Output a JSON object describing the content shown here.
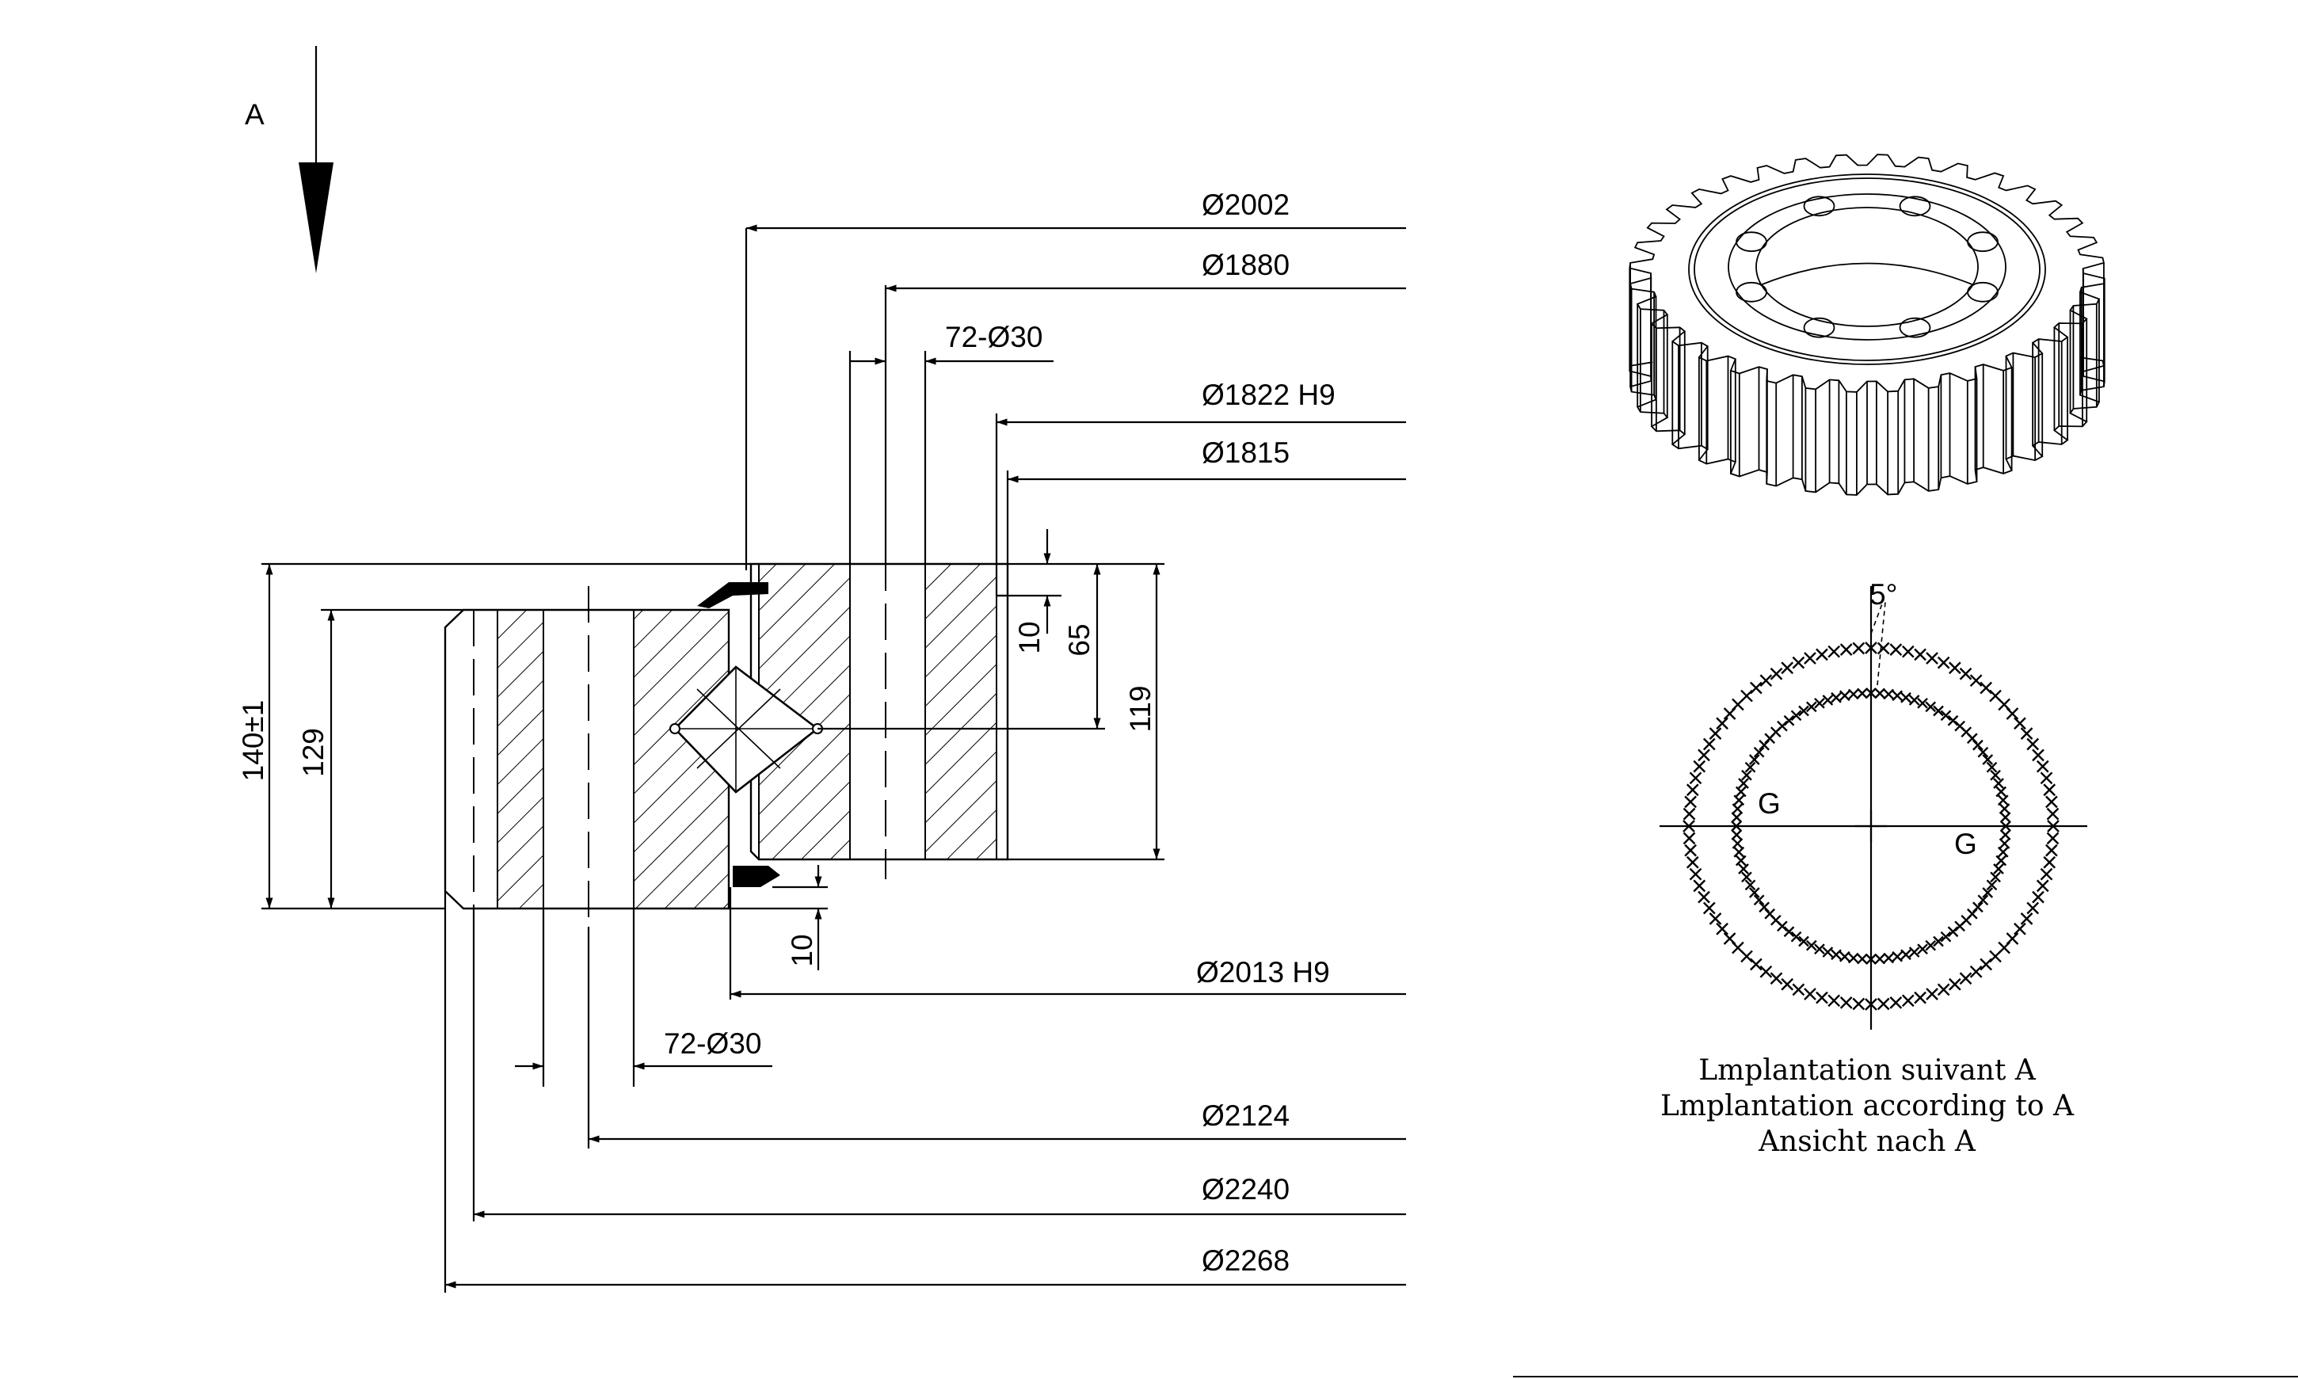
{
  "view_label": "A",
  "dimensions": {
    "d_2002": "Ø2002",
    "d_1880": "Ø1880",
    "holes_top": "72-Ø30",
    "d_1822": "Ø1822 H9",
    "d_1815": "Ø1815",
    "d_2013": "Ø2013 H9",
    "holes_bottom": "72-Ø30",
    "d_2124": "Ø2124",
    "d_2240": "Ø2240",
    "d_2268": "Ø2268",
    "h_140": "140±1",
    "h_129": "129",
    "h_10_top": "10",
    "h_65": "65",
    "h_119": "119",
    "h_10_bottom": "10"
  },
  "layout_view": {
    "angle": "5°",
    "marker_left": "G",
    "marker_right": "G",
    "caption_fr": "Lmplantation suivant A",
    "caption_en": "Lmplantation according to A",
    "caption_de": "Ansicht nach A"
  }
}
